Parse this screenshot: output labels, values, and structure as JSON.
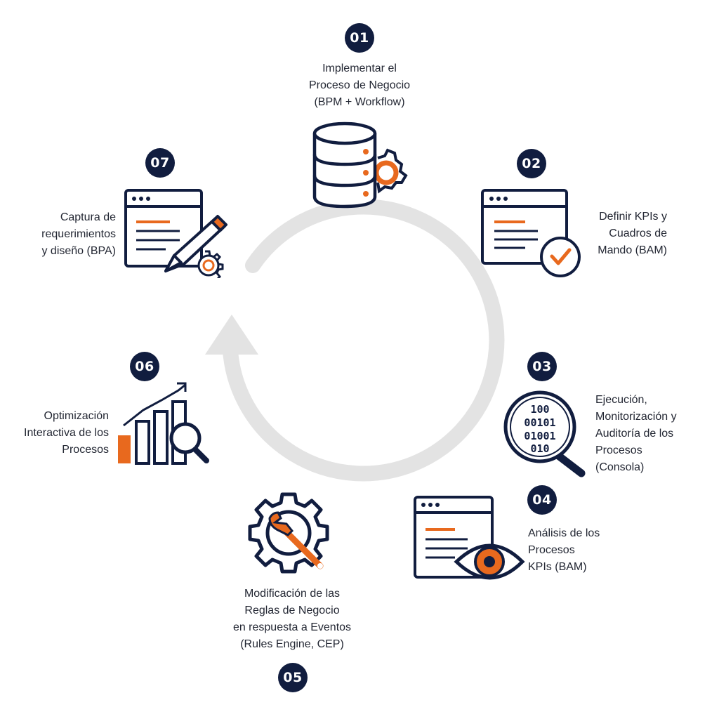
{
  "colors": {
    "navy": "#111d3f",
    "orange": "#e8691e",
    "cycle_gray": "#e3e3e3",
    "text": "#232733"
  },
  "steps": [
    {
      "number": "01",
      "icon": "database-gear-icon",
      "lines": [
        "Implementar el",
        "Proceso de Negocio",
        "(BPM + Workflow)"
      ]
    },
    {
      "number": "02",
      "icon": "window-checkmark-icon",
      "lines": [
        "Definir KPIs y",
        "Cuadros de",
        "Mando (BAM)"
      ]
    },
    {
      "number": "03",
      "icon": "binary-magnifier-icon",
      "lines": [
        "Ejecución,",
        "Monitorización y",
        "Auditoría de los",
        "Procesos",
        "(Consola)"
      ],
      "binary_lines": [
        "100",
        "00101",
        "01001",
        "010"
      ]
    },
    {
      "number": "04",
      "icon": "window-eye-icon",
      "lines": [
        "Análisis de los",
        "Procesos",
        "KPIs (BAM)"
      ]
    },
    {
      "number": "05",
      "icon": "gear-wrench-icon",
      "lines": [
        "Modificación de las",
        "Reglas de Negocio",
        "en respuesta a Eventos",
        "(Rules Engine, CEP)"
      ]
    },
    {
      "number": "06",
      "icon": "bar-chart-magnifier-icon",
      "lines": [
        "Optimización",
        "Interactiva de los",
        "Procesos"
      ]
    },
    {
      "number": "07",
      "icon": "window-pencil-gear-icon",
      "lines": [
        "Captura de",
        "requerimientos",
        "y diseño (BPA)"
      ]
    }
  ]
}
